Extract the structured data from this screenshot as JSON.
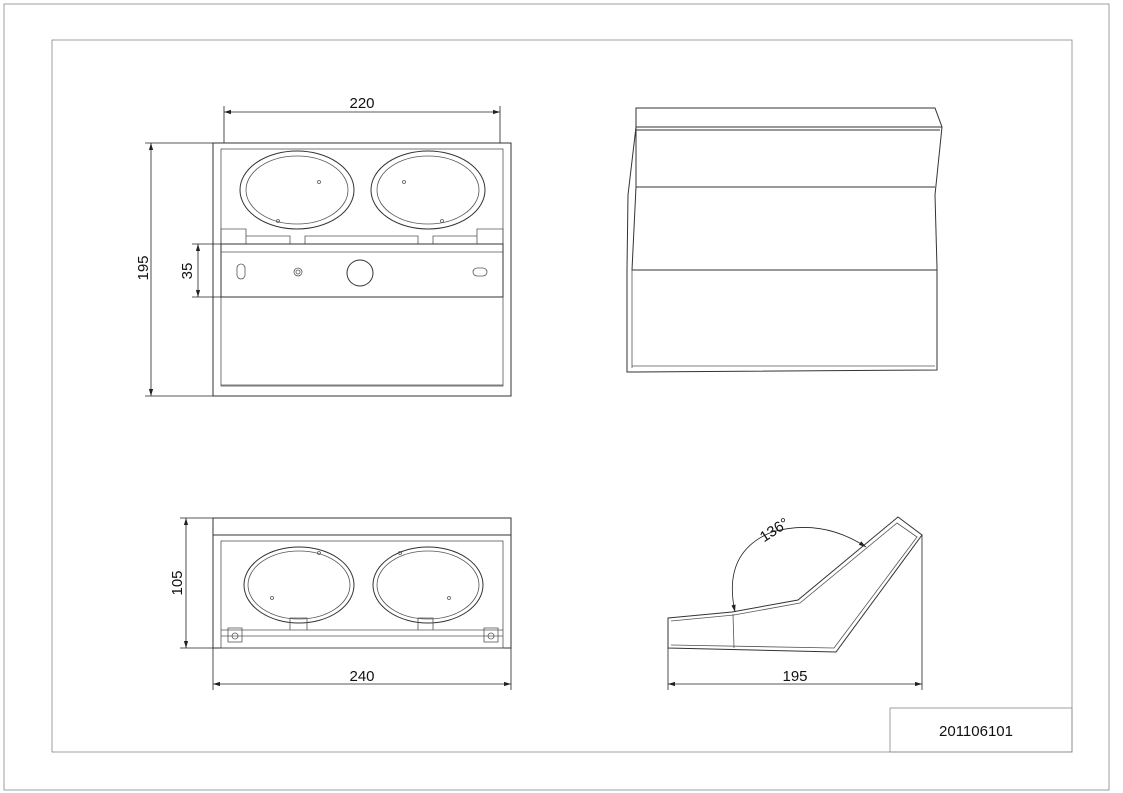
{
  "title_block": {
    "drawing_number": "201106101"
  },
  "dimensions": {
    "front_width": "220",
    "front_height": "195",
    "rail_height": "35",
    "top_depth": "105",
    "top_width": "240",
    "side_depth": "195",
    "side_angle": "136°"
  },
  "colors": {
    "line": "#333333",
    "frame": "#888888",
    "background": "#ffffff"
  }
}
